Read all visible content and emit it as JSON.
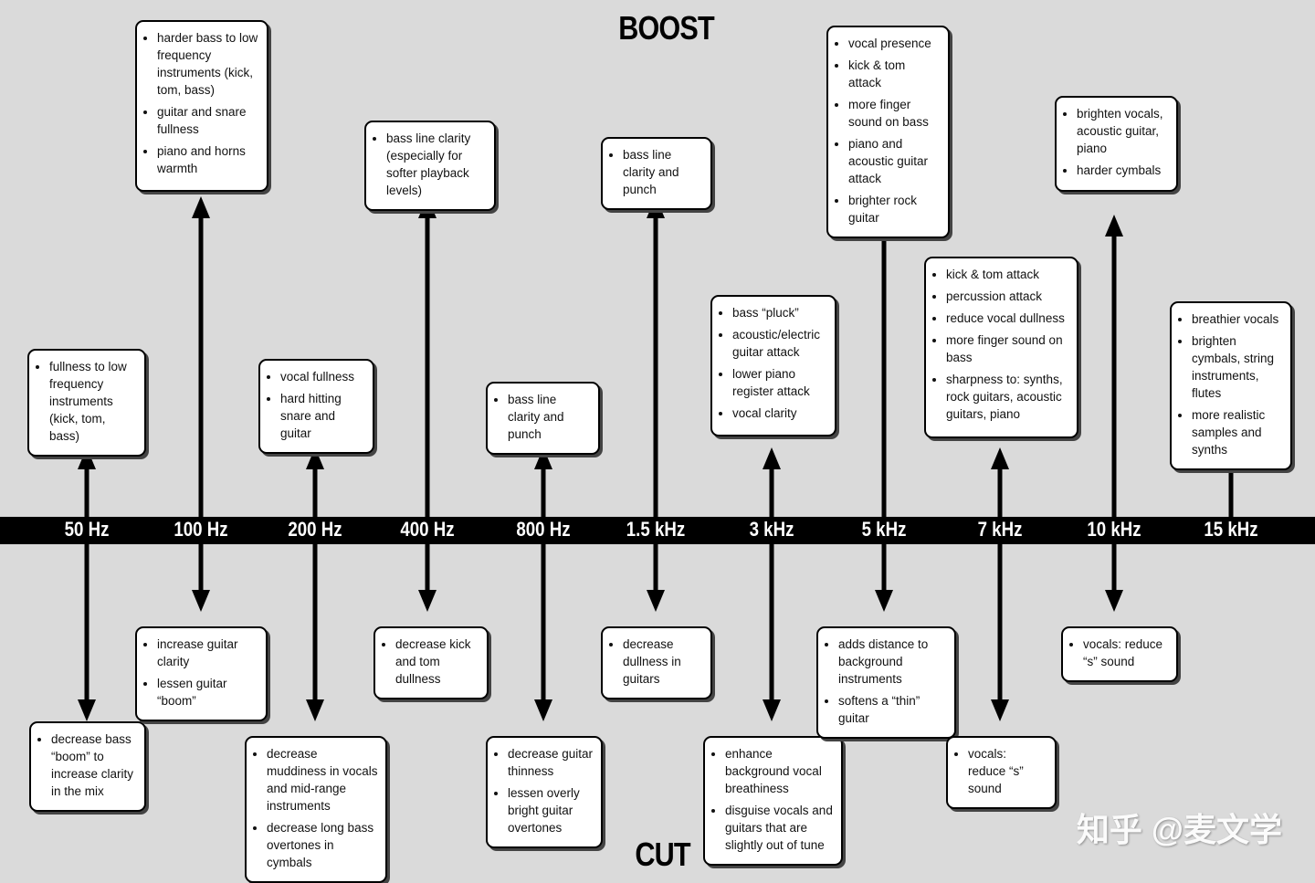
{
  "titles": {
    "boost": "BOOST",
    "cut": "CUT"
  },
  "watermark": "知乎 @麦文学",
  "columns": [
    {
      "freq": "50 Hz",
      "boost": [
        "fullness to low frequency instruments (kick, tom, bass)"
      ],
      "cut": [
        "decrease bass “boom” to increase clarity in the mix"
      ]
    },
    {
      "freq": "100 Hz",
      "boost": [
        "harder bass to low frequency instruments (kick, tom, bass)",
        "guitar and snare fullness",
        "piano and horns warmth"
      ],
      "cut": [
        "increase guitar clarity",
        "lessen guitar “boom”"
      ]
    },
    {
      "freq": "200 Hz",
      "boost": [
        "vocal fullness",
        "hard hitting snare and guitar"
      ],
      "cut": [
        "decrease muddiness in vocals and mid-range instruments",
        "decrease long bass overtones in cymbals"
      ]
    },
    {
      "freq": "400 Hz",
      "boost": [
        "bass line clarity (especially for softer playback levels)"
      ],
      "cut": [
        "decrease kick and tom dullness"
      ]
    },
    {
      "freq": "800 Hz",
      "boost": [
        "bass line clarity and punch"
      ],
      "cut": [
        "decrease guitar thinness",
        "lessen overly bright guitar overtones"
      ]
    },
    {
      "freq": "1.5 kHz",
      "boost": [
        "bass line clarity and punch"
      ],
      "cut": [
        "decrease dullness in guitars"
      ]
    },
    {
      "freq": "3 kHz",
      "boost": [
        "bass “pluck”",
        "acoustic/electric guitar attack",
        "lower piano register attack",
        "vocal clarity"
      ],
      "cut": [
        "enhance background vocal breathiness",
        "disguise vocals and guitars that are slightly out of tune"
      ]
    },
    {
      "freq": "5 kHz",
      "boost": [
        "vocal presence",
        "kick & tom attack",
        "more finger sound on bass",
        "piano and acoustic guitar attack",
        "brighter rock guitar"
      ],
      "cut": [
        "adds distance to background instruments",
        "softens a “thin” guitar"
      ]
    },
    {
      "freq": "7 kHz",
      "boost": [
        "kick & tom attack",
        "percussion attack",
        "reduce vocal dullness",
        "more finger sound on bass",
        "sharpness to: synths, rock guitars, acoustic guitars, piano"
      ],
      "cut": [
        "vocals: reduce “s” sound"
      ]
    },
    {
      "freq": "10 kHz",
      "boost": [
        "brighten vocals, acoustic guitar, piano",
        "harder cymbals"
      ],
      "cut": [
        "vocals: reduce “s” sound"
      ]
    },
    {
      "freq": "15 kHz",
      "boost": [
        "breathier vocals",
        "brighten cymbals, string instruments, flutes",
        "more realistic samples and synths"
      ],
      "cut": []
    }
  ]
}
